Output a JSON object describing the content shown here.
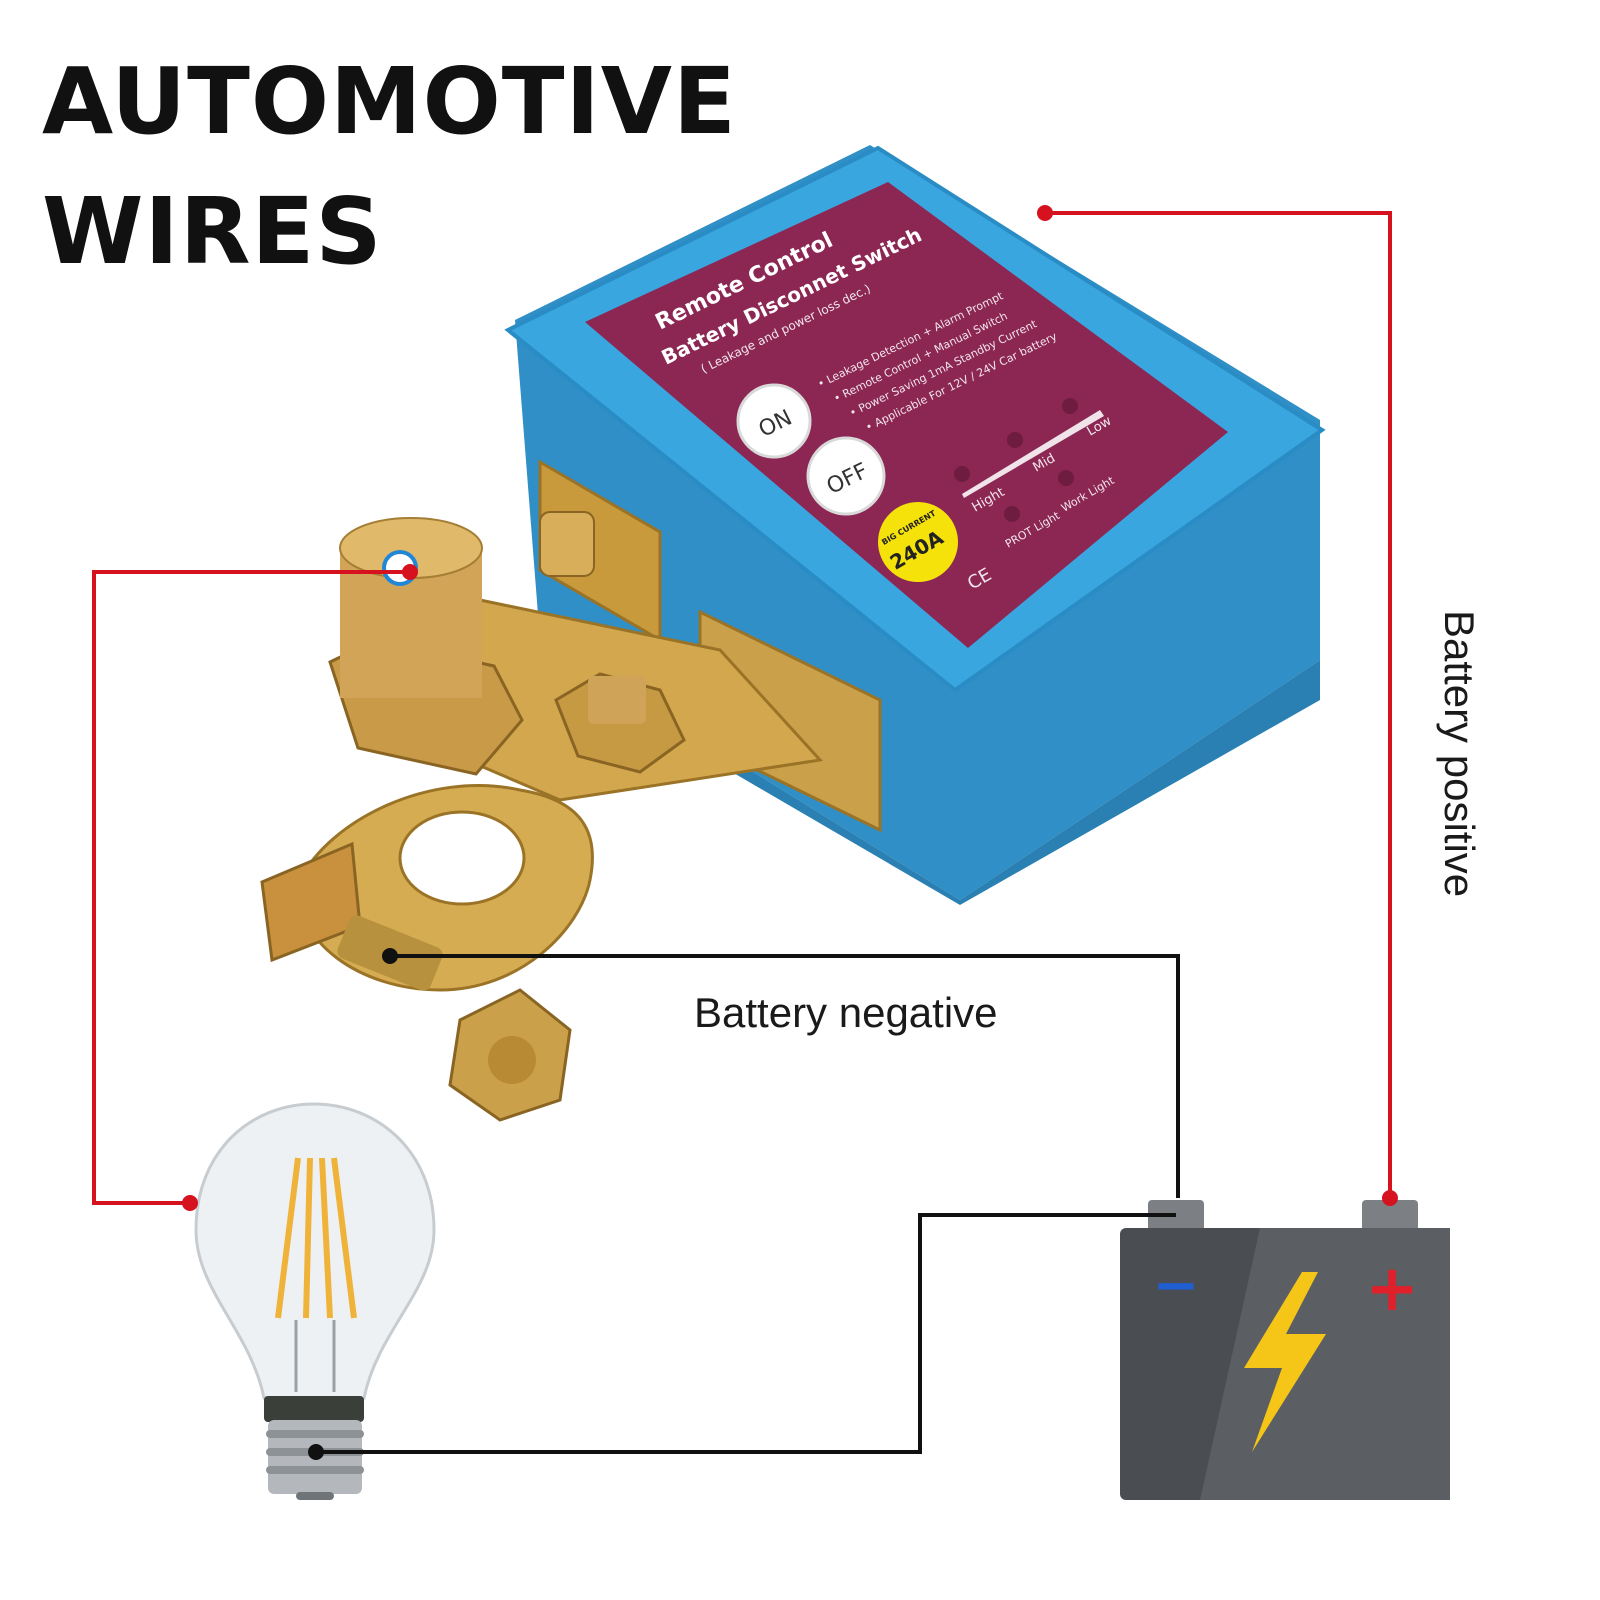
{
  "title": {
    "line1": "AUTOMOTIVE",
    "line2": "WIRES"
  },
  "labels": {
    "battery_negative": "Battery negative",
    "battery_positive": "Battery positive"
  },
  "switch": {
    "title": "Remote Control",
    "subtitle": "Battery Disconnet Switch",
    "note": "( Leakage and power loss dec.)",
    "features": [
      "• Leakage Detection + Alarm Prompt",
      "• Remote Control + Manual Switch",
      "• Power Saving 1mA Standby Current",
      "• Applicable For 12V / 24V Car battery"
    ],
    "on_label": "ON",
    "off_label": "OFF",
    "levels": [
      "Hight",
      "Mid",
      "Low"
    ],
    "indicators": [
      "PROT Light",
      "Work Light"
    ],
    "badge_top": "BIG CURRENT",
    "badge_value": "240A",
    "cert": "CE"
  },
  "battery": {
    "negative_symbol": "−",
    "positive_symbol": "+"
  },
  "colors": {
    "positive_wire": "#d6121f",
    "negative_wire": "#111111",
    "housing": "#3aa3dc",
    "panel": "#8c2754",
    "brass": "#d3a548",
    "battery_body": "#4a4d52",
    "bolt": "#f5c518"
  }
}
